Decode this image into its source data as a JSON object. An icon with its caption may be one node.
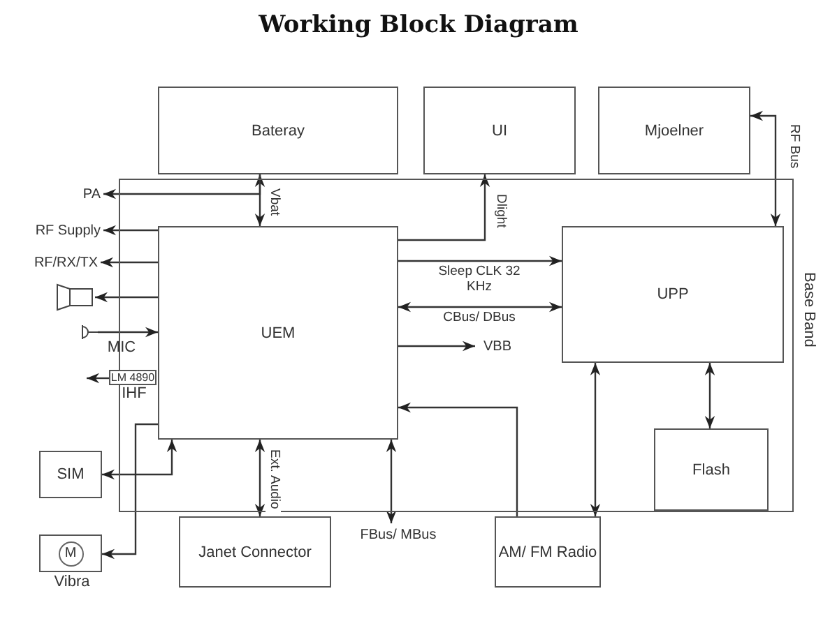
{
  "diagram": {
    "title": "Working Block Diagram",
    "nodes": [
      {
        "text": [
          "Base Band"
        ]
      },
      {
        "text": [
          "Bateray"
        ]
      },
      {
        "text": [
          "UI"
        ]
      },
      {
        "text": [
          "Mjoelner"
        ]
      },
      {
        "text": [
          "PA"
        ]
      },
      {
        "text": [
          "RF Supply"
        ]
      },
      {
        "text": [
          "RF/RX/TX"
        ]
      },
      {
        "text": [],
        "shape": "speaker"
      },
      {
        "text": [],
        "shape": "microphone",
        "beside": [
          "MIC"
        ]
      },
      {
        "text": [
          "LM 4890"
        ],
        "beside": [
          "IHF"
        ]
      },
      {
        "text": [
          "UEM"
        ],
        "in": 0
      },
      {
        "text": [
          "UPP"
        ],
        "in": 0
      },
      {
        "text": [
          "VBB"
        ],
        "in": 0
      },
      {
        "text": [
          "Flash"
        ],
        "in": 0
      },
      {
        "text": [
          "SIM"
        ]
      },
      {
        "text": [
          "M"
        ],
        "beside": [
          "Vibra"
        ]
      },
      {
        "text": [
          "Janet Connector"
        ]
      },
      {
        "text": [
          "FBus/ MBus"
        ]
      },
      {
        "text": [
          "AM/ FM Radio"
        ]
      }
    ],
    "edges": [
      {
        "from": 1,
        "to": 10,
        "arrow": "both",
        "label": "Vbat"
      },
      {
        "from": 1,
        "to": 4,
        "arrow": "to"
      },
      {
        "from": 10,
        "to": 2,
        "arrow": "to",
        "label": "Dlight"
      },
      {
        "from": 11,
        "to": 3,
        "arrow": "both",
        "label": "RF Bus"
      },
      {
        "from": 10,
        "to": 5,
        "arrow": "to"
      },
      {
        "from": 10,
        "to": 6,
        "arrow": "to"
      },
      {
        "from": 10,
        "to": 7,
        "arrow": "to"
      },
      {
        "from": 8,
        "to": 10,
        "arrow": "to"
      },
      {
        "from": 9,
        "to": null,
        "arrow": "to"
      },
      {
        "from": 10,
        "to": 11,
        "arrow": "to",
        "label": "Sleep CLK 32 KHz"
      },
      {
        "from": 10,
        "to": 11,
        "arrow": "both",
        "label": "CBus/ DBus"
      },
      {
        "from": 10,
        "to": 12,
        "arrow": "to"
      },
      {
        "from": 18,
        "to": 10,
        "arrow": "to"
      },
      {
        "from": 11,
        "to": 18,
        "arrow": "both"
      },
      {
        "from": 11,
        "to": 13,
        "arrow": "both"
      },
      {
        "from": 10,
        "to": 14,
        "arrow": "both"
      },
      {
        "from": 10,
        "to": 15,
        "arrow": "to"
      },
      {
        "from": 10,
        "to": 16,
        "arrow": "both",
        "label": "Ext. Audio"
      },
      {
        "from": 10,
        "to": 17,
        "arrow": "both"
      }
    ]
  }
}
